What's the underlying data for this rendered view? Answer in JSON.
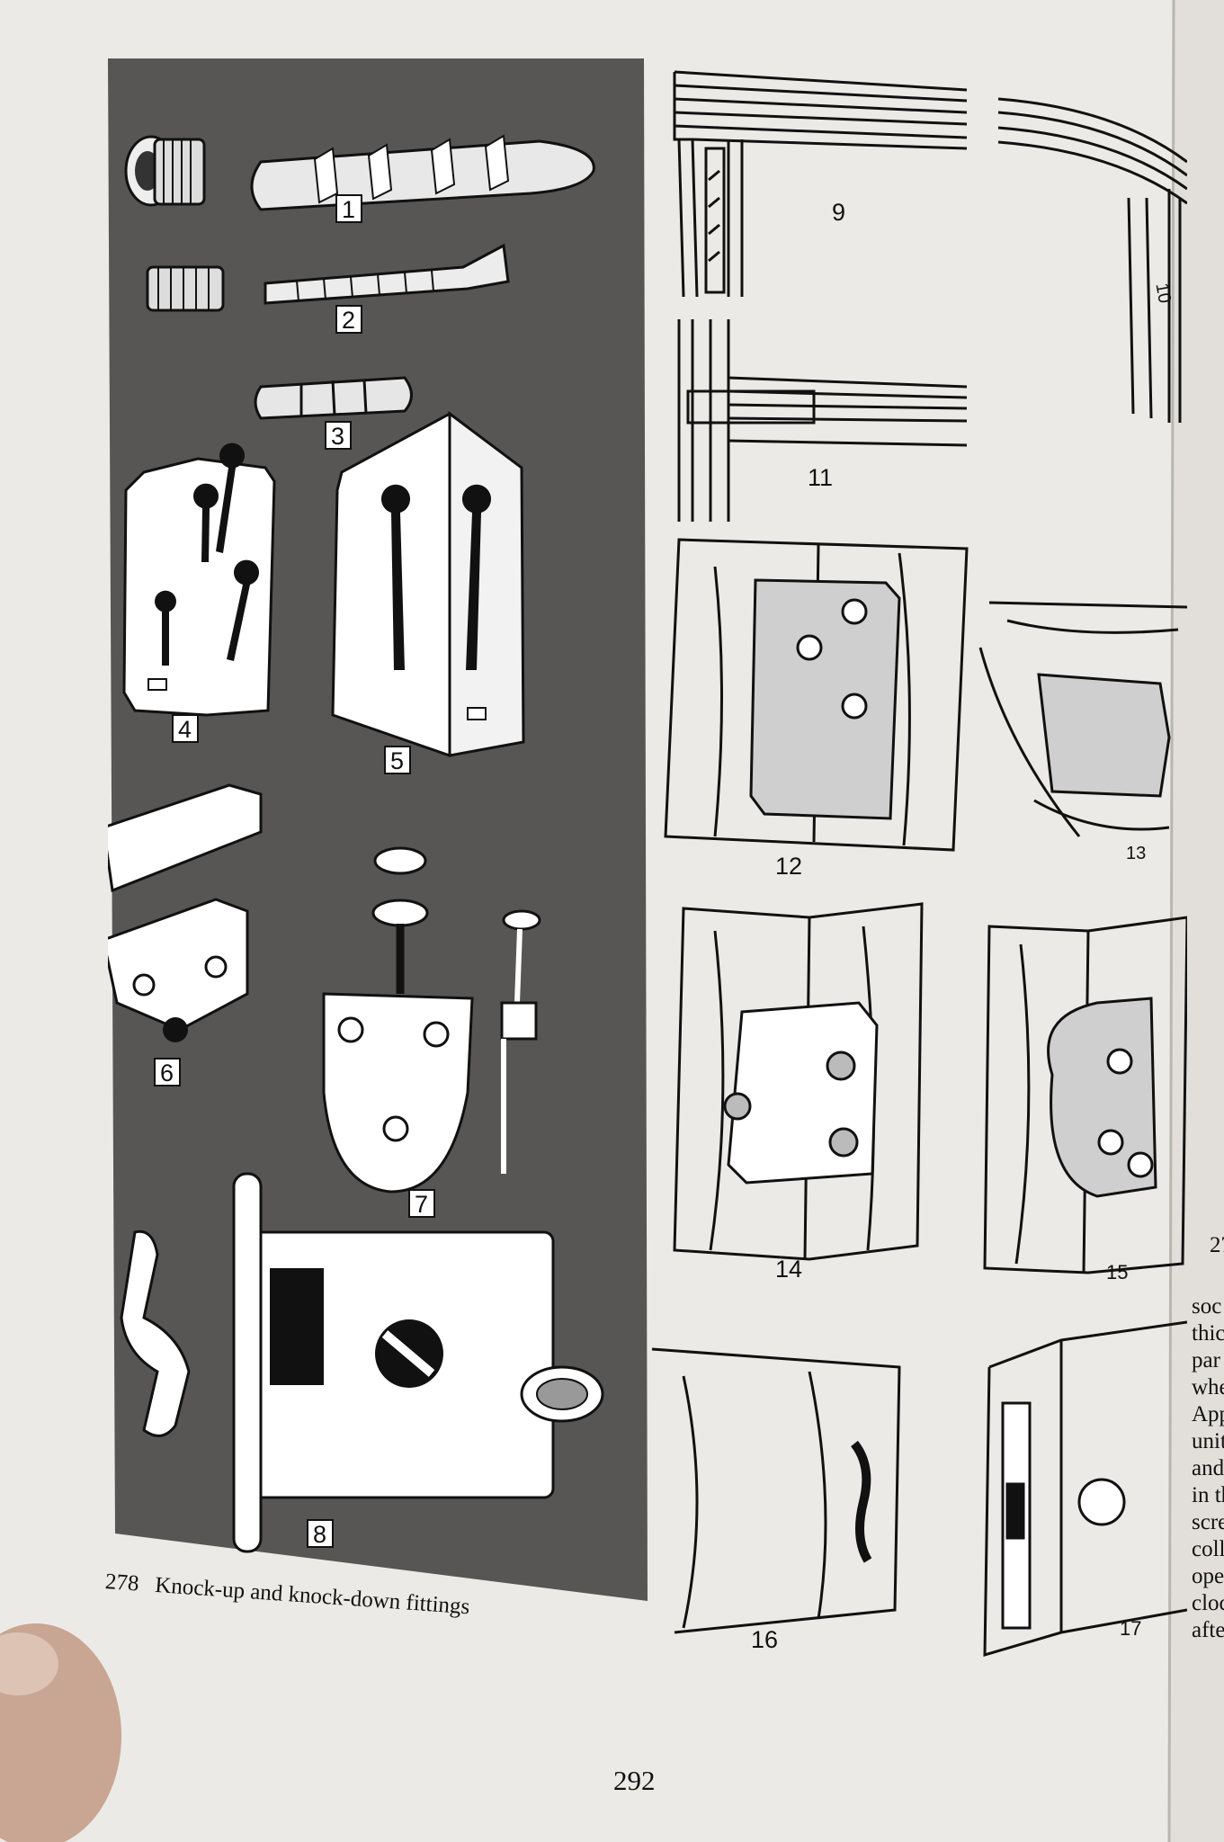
{
  "figure": {
    "number": "278",
    "caption": "Knock-up and knock-down fittings",
    "labels": [
      "1",
      "2",
      "3",
      "4",
      "5",
      "6",
      "7",
      "8",
      "9",
      "10",
      "11",
      "12",
      "13",
      "14",
      "15",
      "16",
      "17"
    ]
  },
  "page_number": "292",
  "right_page": {
    "fragments": [
      "soc",
      "thic",
      "par",
      "whe",
      "App",
      "unit",
      "and",
      "in th",
      "scre",
      "colla",
      "oper",
      "clock",
      "after"
    ],
    "figure_label_partial": "27"
  }
}
